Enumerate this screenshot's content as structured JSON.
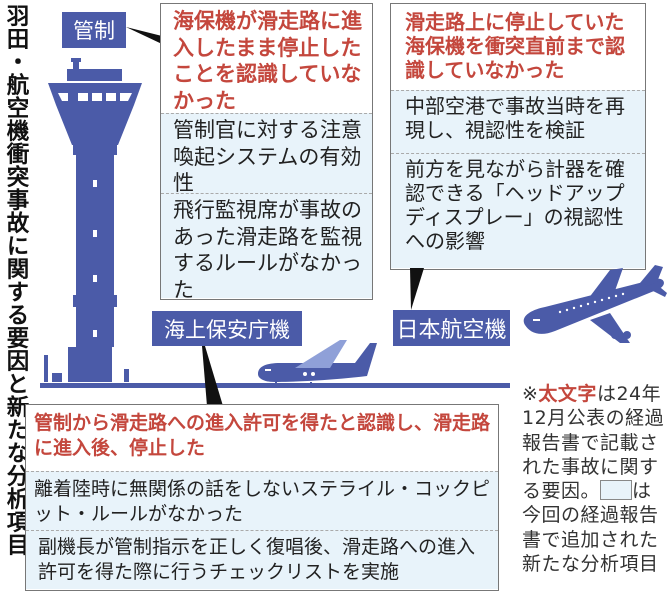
{
  "title": "羽田・航空機衝突事故に関する要因と新たな分析項目",
  "colors": {
    "brand_blue": "#4b5ba8",
    "header_red": "#c4473d",
    "new_item_bg": "#e8f3fa"
  },
  "control": {
    "label": "管制",
    "header": "海保機が滑走路に進入したまま停止したことを認識していなかった",
    "items": [
      "管制官に対する注意喚起システムの有効性",
      "飛行監視席が事故のあった滑走路を監視するルールがなかった"
    ]
  },
  "jal": {
    "label": "日本航空機",
    "header": "滑走路上に停止していた海保機を衝突直前まで認識していなかった",
    "items": [
      "中部空港で事故当時を再現し、視認性を検証",
      "前方を見ながら計器を確認できる「ヘッドアップディスプレー」の視認性への影響"
    ]
  },
  "coast_guard": {
    "label": "海上保安庁機",
    "header": "管制から滑走路への進入許可を得たと認識し、滑走路に進入後、停止した",
    "items": [
      "離着陸時に無関係の話をしないステライル・コックピット・ルールがなかった",
      "副機長が管制指示を正しく復唱後、滑走路への進入許可を得た際に行うチェックリストを実施"
    ]
  },
  "note": {
    "prefix": "※",
    "bold_word": "太文字",
    "text1": "は24年12月公表の経過報告書で記載された事故に関する要因。",
    "text2": "は今回の経過報告書で追加された新たな分析項目"
  }
}
